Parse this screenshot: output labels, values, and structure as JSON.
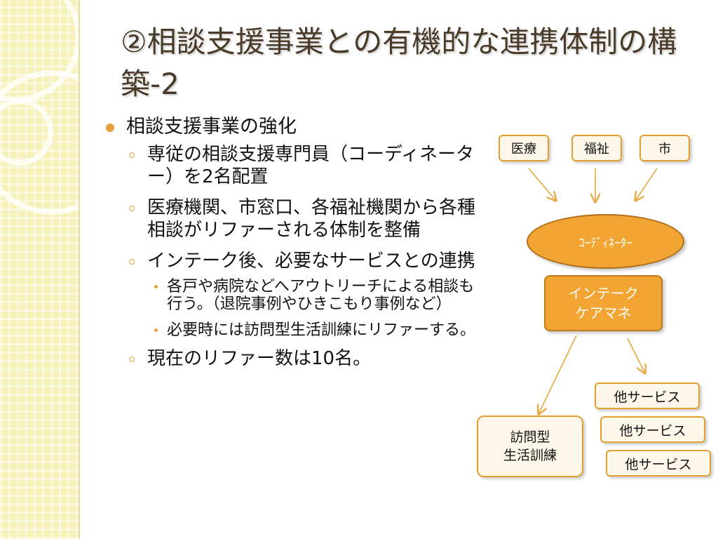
{
  "slide": {
    "title": "②相談支援事業との有機的な連携体制の構築-2"
  },
  "bullets": {
    "main": "相談支援事業の強化",
    "sub1": "専従の相談支援専門員（コーディネーター）を2名配置",
    "sub2": "医療機関、市窓口、各福祉機関から各種相談がリファーされる体制を整備",
    "sub3": "インテーク後、必要なサービスとの連携",
    "sub3_a": "各戸や病院などへアウトリーチによる相談も行う。（退院事例やひきこもり事例など）",
    "sub3_b": "必要時には訪問型生活訓練にリファーする。",
    "sub4": "現在のリファー数は10名。"
  },
  "diagram": {
    "source_1": "医療",
    "source_2": "福祉",
    "source_3": "市",
    "coordinator": "ｺｰﾃﾞｨﾈｰﾀｰ",
    "intake_line1": "インテーク",
    "intake_line2": "ケアマネ",
    "service_1": "他サービス",
    "service_2": "他サービス",
    "service_3": "他サービス",
    "visit_line1": "訪問型",
    "visit_line2": "生活訓練"
  },
  "colors": {
    "accent": "#f2a532",
    "box_border": "#e2a033",
    "title": "#4a3a28",
    "strip": "#f6f1b9"
  }
}
